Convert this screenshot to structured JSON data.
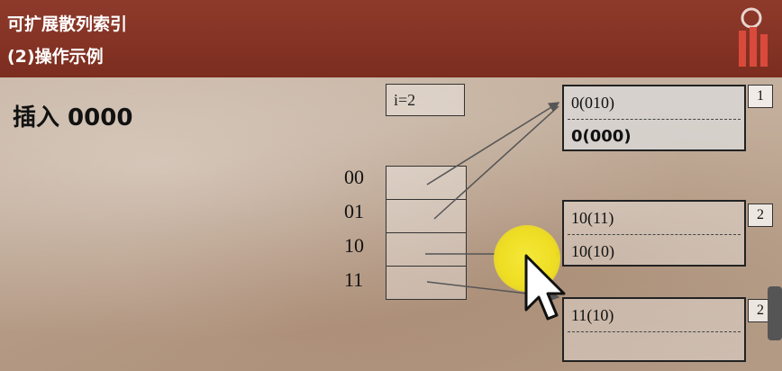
{
  "header": {
    "title": "可扩展散列索引",
    "subtitle": "(2)操作示例"
  },
  "content": {
    "operation": "插入 0000"
  },
  "global_depth": "i=2",
  "directory": {
    "labels": [
      "00",
      "01",
      "10",
      "11"
    ]
  },
  "buckets": [
    {
      "depth": "1",
      "entries": [
        "0(010)",
        "0(000)"
      ]
    },
    {
      "depth": "2",
      "entries": [
        "10(11)",
        "10(10)"
      ]
    },
    {
      "depth": "2",
      "entries": [
        "11(10)",
        ""
      ]
    }
  ],
  "colors": {
    "header_bg": "#8e3a2b",
    "new_entry": "#cc1b1b",
    "pointer_highlight": "#f5e83a"
  },
  "icons": [
    "mouse-pointer-icon",
    "logo-icon"
  ]
}
